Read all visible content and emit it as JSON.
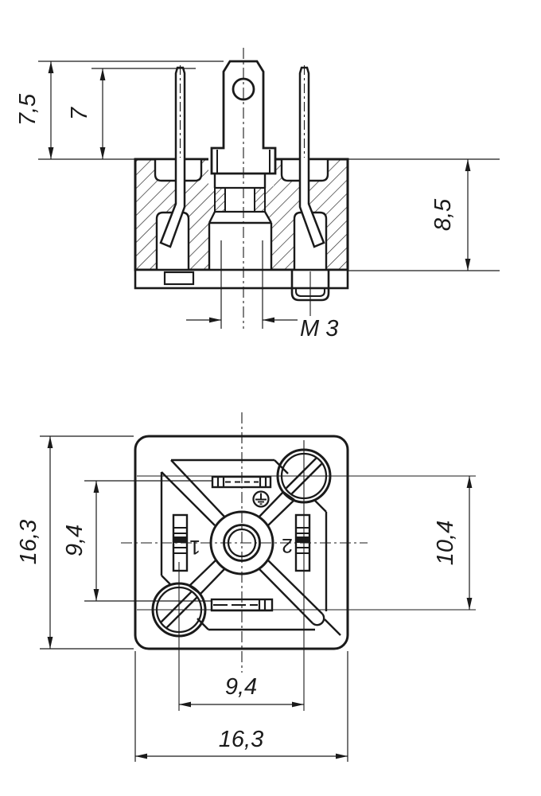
{
  "page": {
    "background": "#ffffff",
    "line_color": "#1a1a1a"
  },
  "side_view": {
    "name": "side-cross-section-view",
    "dims": {
      "pin_row_height": "7,5",
      "pin_height": "7",
      "body_depth": "8,5",
      "thread": "M 3"
    }
  },
  "front_view": {
    "name": "front-face-view",
    "dims": {
      "overall_height": "16,3",
      "slot_spacing": "9,4",
      "screw_spacing_vertical": "10,4",
      "screw_spacing_horizontal": "9,4",
      "overall_width": "16,3"
    },
    "contacts": {
      "contact_1": "1",
      "contact_2": "2"
    },
    "symbols": {
      "earth": "protective-earth"
    }
  }
}
